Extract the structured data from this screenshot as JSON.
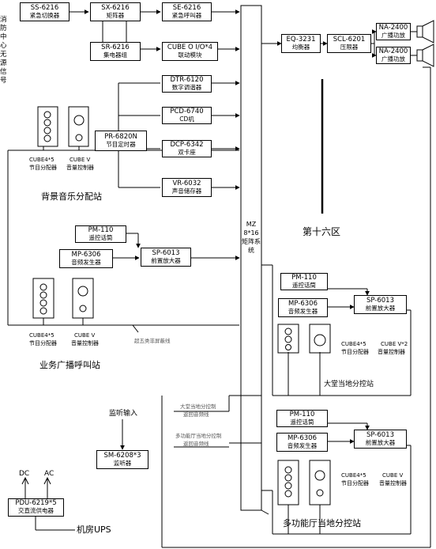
{
  "left_side_label": "消防中心无源信号",
  "top_row": [
    {
      "model": "SS-6216",
      "name": "紧急切换器"
    },
    {
      "model": "SX-6216",
      "name": "矩阵器"
    },
    {
      "model": "SE-6216",
      "name": "紧急呼叫器"
    }
  ],
  "collector": {
    "model": "SR-6216",
    "name": "集电器组"
  },
  "cube_io": {
    "model": "CUBE O I/O*4",
    "name": "联动模块"
  },
  "sources": [
    {
      "model": "DTR-6120",
      "name": "数字调谐器"
    },
    {
      "model": "PCD-6740",
      "name": "CD机"
    },
    {
      "model": "DCP-6342",
      "name": "双卡座"
    },
    {
      "model": "VR-6032",
      "name": "声音储存器"
    }
  ],
  "timer": {
    "model": "PR-6820N",
    "name": "节目定时器"
  },
  "matrix": {
    "label": "MZ 8*16 矩阵系统"
  },
  "eq": {
    "model": "EQ-3231",
    "name": "均衡器"
  },
  "limiter": {
    "model": "SCL-6201",
    "name": "压限器"
  },
  "amps": [
    {
      "model": "NA-2400",
      "name": "广播功放"
    },
    {
      "model": "NA-2400",
      "name": "广播功放"
    }
  ],
  "zone_label": "第十六区",
  "bg_station": {
    "title": "背景音乐分配站",
    "dist_label": "CUBE4*5",
    "dist_name": "节目分配器",
    "vol_label": "CUBE V",
    "vol_name": "音量控制器"
  },
  "business_station": {
    "mic": {
      "model": "PM-110",
      "name": "遥控话筒"
    },
    "gen": {
      "model": "MP-6306",
      "name": "音频发生器"
    },
    "pre": {
      "model": "SP-6013",
      "name": "前置放大器"
    },
    "dist_label": "CUBE4*5",
    "dist_name": "节目分配器",
    "vol_label": "CUBE V",
    "vol_name": "音量控制器",
    "title": "业务广播呼叫站",
    "bus_note": "超五类非屏蔽线"
  },
  "hall_station": {
    "mic": {
      "model": "PM-110",
      "name": "遥控话筒"
    },
    "gen": {
      "model": "MP-6306",
      "name": "音频发生器"
    },
    "pre": {
      "model": "SP-6013",
      "name": "前置放大器"
    },
    "dist_label": "CUBE4*5",
    "dist_name": "节目分配器",
    "vol_label": "CUBE V*2",
    "vol_name": "音量控制器",
    "title": "大堂当地分控站"
  },
  "multi_station": {
    "mic": {
      "model": "PM-110",
      "name": "遥控话筒"
    },
    "gen": {
      "model": "MP-6306",
      "name": "音频发生器"
    },
    "pre": {
      "model": "SP-6013",
      "name": "前置放大器"
    },
    "dist_label": "CUBE4*5",
    "dist_name": "节目分配器",
    "vol_label": "CUBE V",
    "vol_name": "音量控制器",
    "title": "多功能厅当地分控站"
  },
  "notes": {
    "hall_line_1": "大堂当地分控制",
    "hall_line_2": "返回音频线",
    "multi_line_1": "多功能厅当地分控制",
    "multi_line_2": "返回音频线"
  },
  "monitor": {
    "input": "监听输入",
    "model": "SM-6208*3",
    "name": "监听器"
  },
  "power": {
    "model": "PDU-6219*5",
    "name": "交直流供电器",
    "dc": "DC",
    "ac": "AC"
  },
  "ups_label": "机房UPS"
}
